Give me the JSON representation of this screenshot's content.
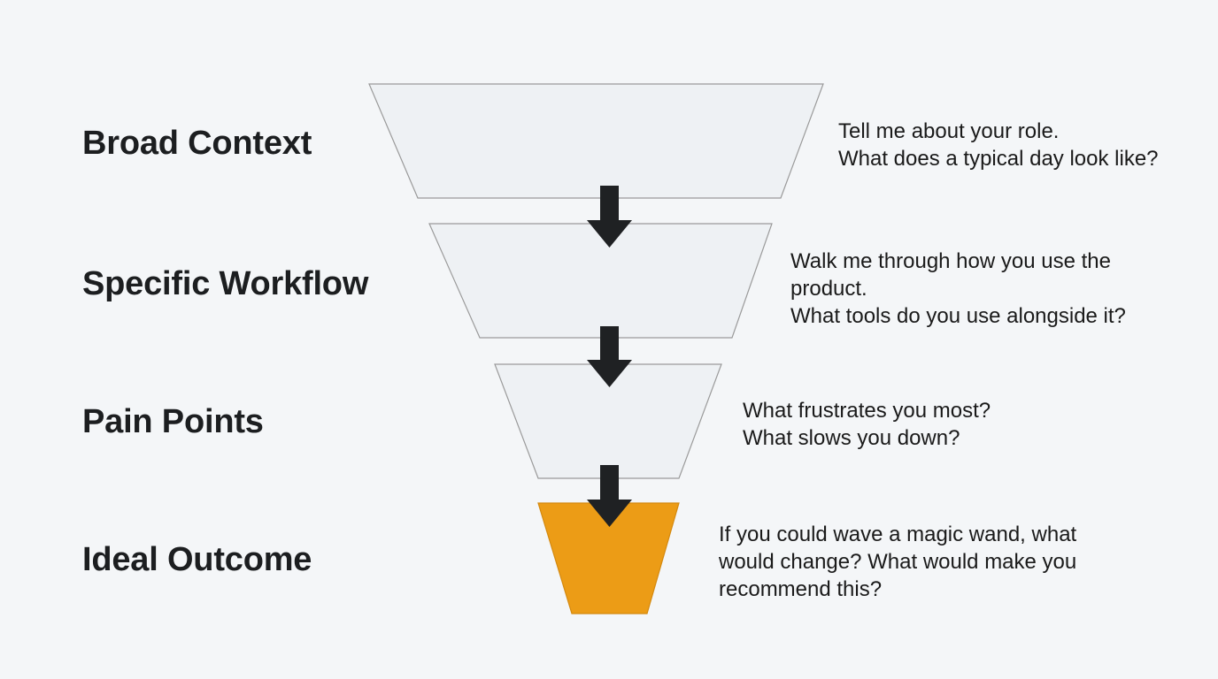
{
  "diagram": {
    "type": "interview-funnel",
    "colors": {
      "background": "#f4f6f8",
      "stage_fill": "#eef1f4",
      "stage_stroke": "#9a9a9a",
      "highlight_fill": "#ec9c16",
      "arrow": "#1f2123",
      "text": "#1c1e20"
    },
    "stages": [
      {
        "label": "Broad Context",
        "questions": [
          "Tell me about your role.",
          "What does a typical day look like?"
        ],
        "highlighted": false
      },
      {
        "label": "Specific Workflow",
        "questions": [
          "Walk me through how you use the",
          "product.",
          "What tools do you use alongside it?"
        ],
        "highlighted": false
      },
      {
        "label": "Pain Points",
        "questions": [
          "What frustrates you most?",
          "What slows you down?"
        ],
        "highlighted": false
      },
      {
        "label": "Ideal Outcome",
        "questions": [
          "If you could wave a magic wand, what",
          "would change?  What would make you",
          "recommend this?"
        ],
        "highlighted": true
      }
    ]
  }
}
